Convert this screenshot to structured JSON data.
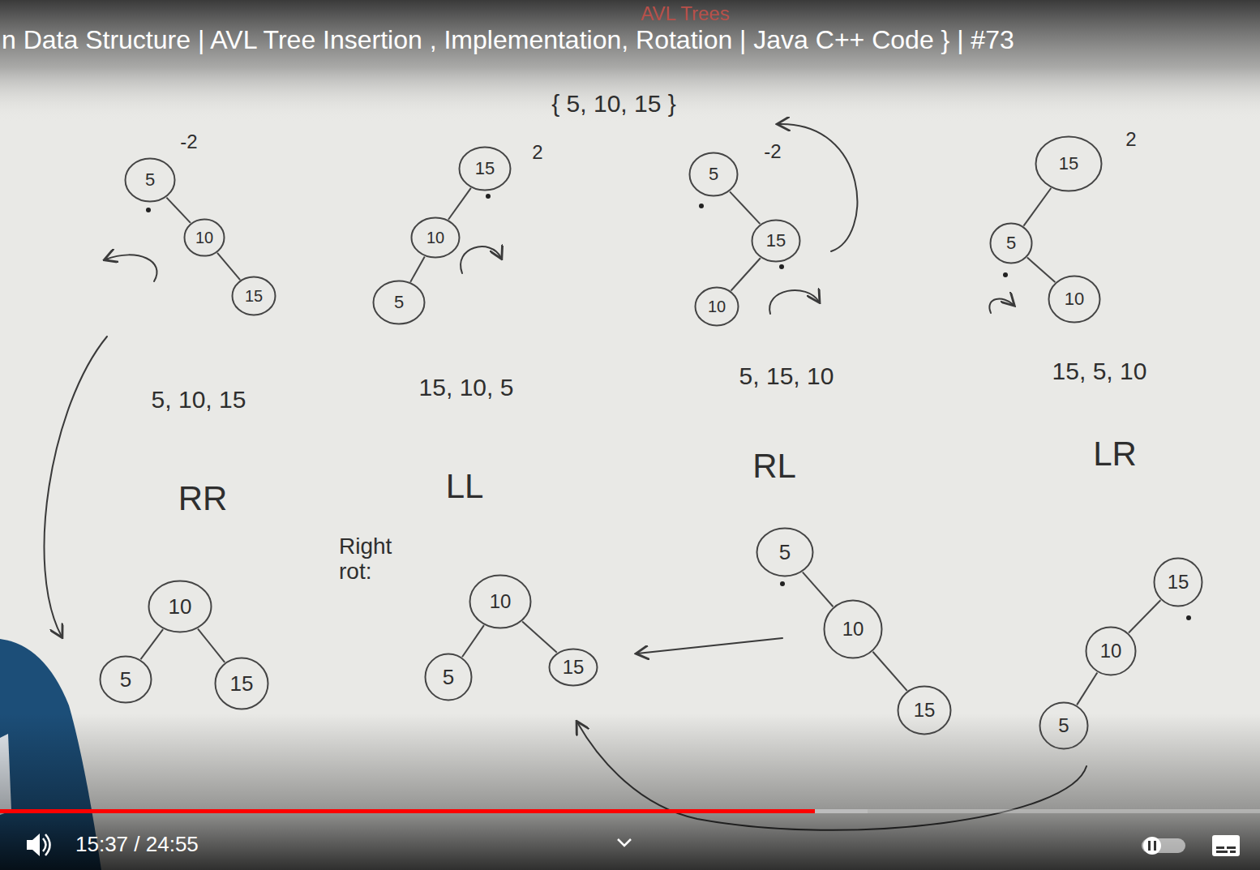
{
  "diagram": {
    "nodes": [
      {
        "text": [
          "5"
        ]
      },
      {
        "text": [
          "10"
        ]
      },
      {
        "text": [
          "15"
        ]
      },
      {
        "text": [
          "15"
        ]
      },
      {
        "text": [
          "10"
        ]
      },
      {
        "text": [
          "5"
        ]
      },
      {
        "text": [
          "5"
        ]
      },
      {
        "text": [
          "15"
        ]
      },
      {
        "text": [
          "10"
        ]
      },
      {
        "text": [
          "15"
        ]
      },
      {
        "text": [
          "5"
        ]
      },
      {
        "text": [
          "10"
        ]
      },
      {
        "text": [
          "10"
        ]
      },
      {
        "text": [
          "5"
        ]
      },
      {
        "text": [
          "15"
        ]
      },
      {
        "text": [
          "10"
        ]
      },
      {
        "text": [
          "5"
        ]
      },
      {
        "text": [
          "15"
        ]
      },
      {
        "text": [
          "5"
        ]
      },
      {
        "text": [
          "10"
        ]
      },
      {
        "text": [
          "15"
        ]
      },
      {
        "text": [
          "15"
        ]
      },
      {
        "text": [
          "10"
        ]
      },
      {
        "text": [
          "5"
        ]
      }
    ],
    "edges": [
      {
        "from": 0,
        "to": 1,
        "arrow": "none"
      },
      {
        "from": 1,
        "to": 2,
        "arrow": "none"
      },
      {
        "from": 3,
        "to": 4,
        "arrow": "none"
      },
      {
        "from": 4,
        "to": 5,
        "arrow": "none"
      },
      {
        "from": 6,
        "to": 7,
        "arrow": "none"
      },
      {
        "from": 7,
        "to": 8,
        "arrow": "none"
      },
      {
        "from": 9,
        "to": 10,
        "arrow": "none"
      },
      {
        "from": 10,
        "to": 11,
        "arrow": "none"
      },
      {
        "from": 12,
        "to": 13,
        "arrow": "none"
      },
      {
        "from": 12,
        "to": 14,
        "arrow": "none"
      },
      {
        "from": 15,
        "to": 16,
        "arrow": "none"
      },
      {
        "from": 15,
        "to": 17,
        "arrow": "none"
      },
      {
        "from": 18,
        "to": 19,
        "arrow": "none"
      },
      {
        "from": 19,
        "to": 20,
        "arrow": "none"
      },
      {
        "from": 21,
        "to": 22,
        "arrow": "none"
      },
      {
        "from": 22,
        "to": 23,
        "arrow": "none"
      }
    ],
    "labels": [
      "n Data Structure | AVL Tree Insertion , Implementation, Rotation | Java C++ Code } | #73",
      "AVL Trees",
      "{ 5, 10, 15 }",
      "-2",
      "2",
      "-2",
      "2",
      "5, 10, 15",
      "15, 10, 5",
      "5, 15, 10",
      "15, 5, 10",
      "RR",
      "LL",
      "RL",
      "LR",
      "Right rot:",
      "15:37 / 24:55"
    ]
  }
}
